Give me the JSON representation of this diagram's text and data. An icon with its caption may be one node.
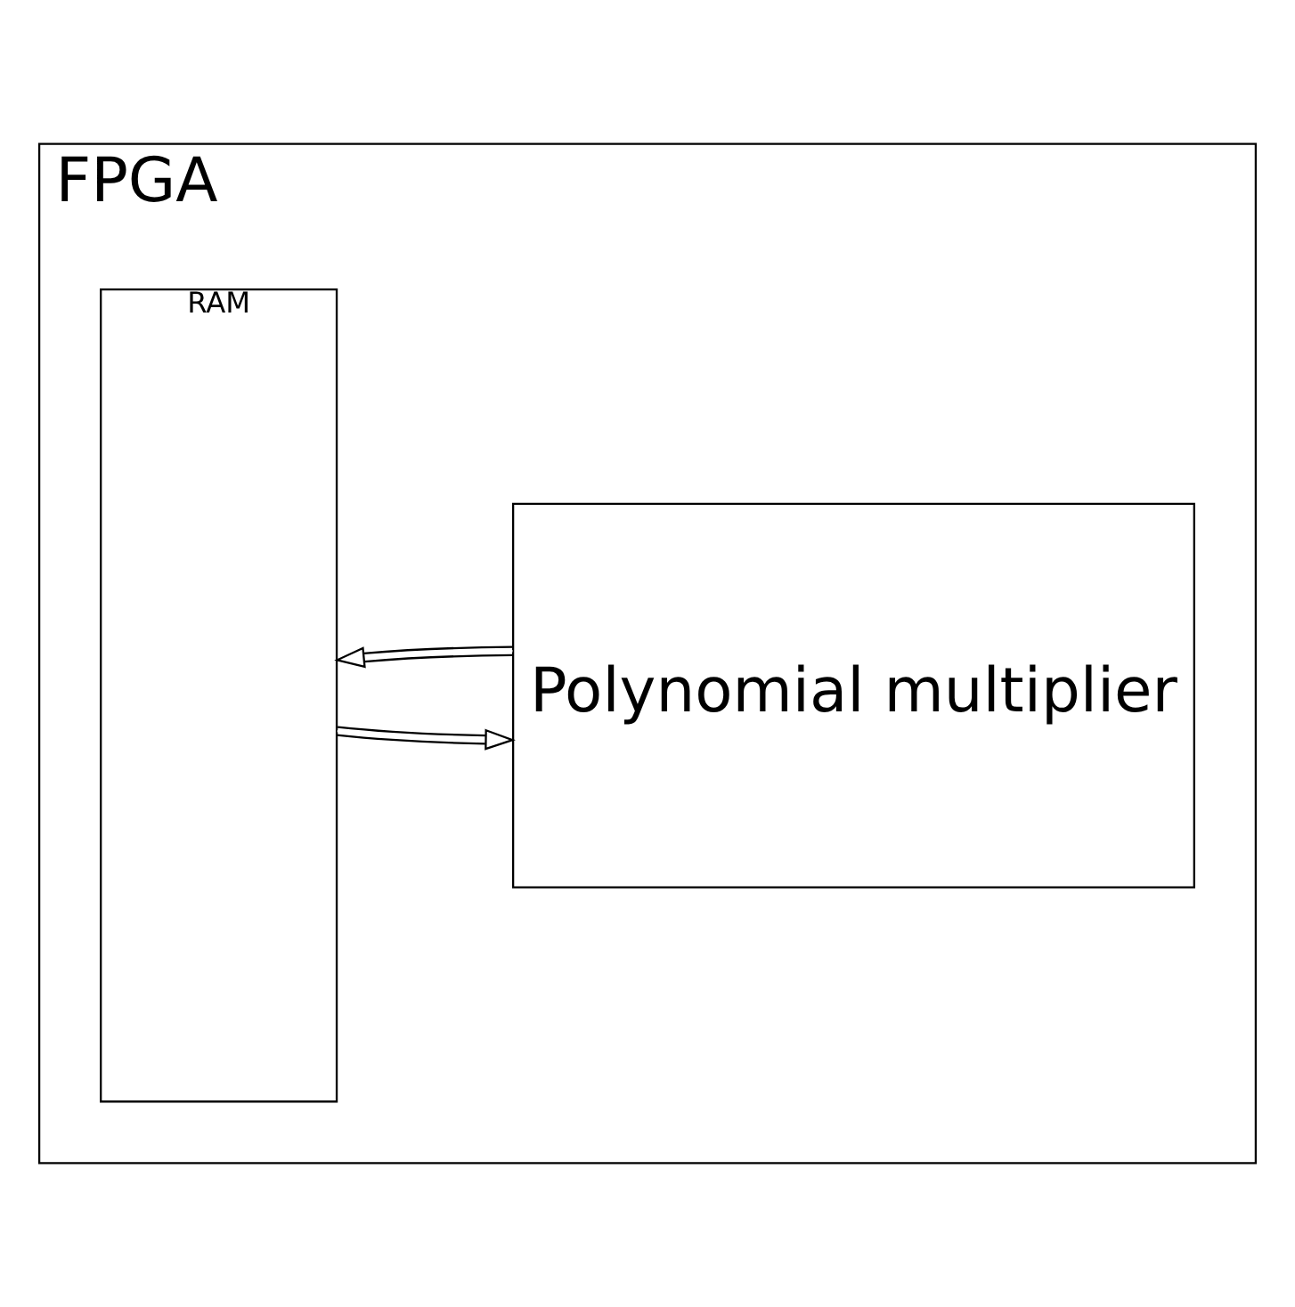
{
  "diagram": {
    "nodes": [
      {
        "text": [
          "FPGA"
        ]
      },
      {
        "text": [
          "RAM"
        ],
        "in": 0
      },
      {
        "text": [
          "Polynomial multiplier"
        ],
        "in": 0
      }
    ],
    "edges": [
      {
        "from": 1,
        "to": 2,
        "arrow": "to"
      },
      {
        "from": 2,
        "to": 1,
        "arrow": "to"
      }
    ]
  }
}
